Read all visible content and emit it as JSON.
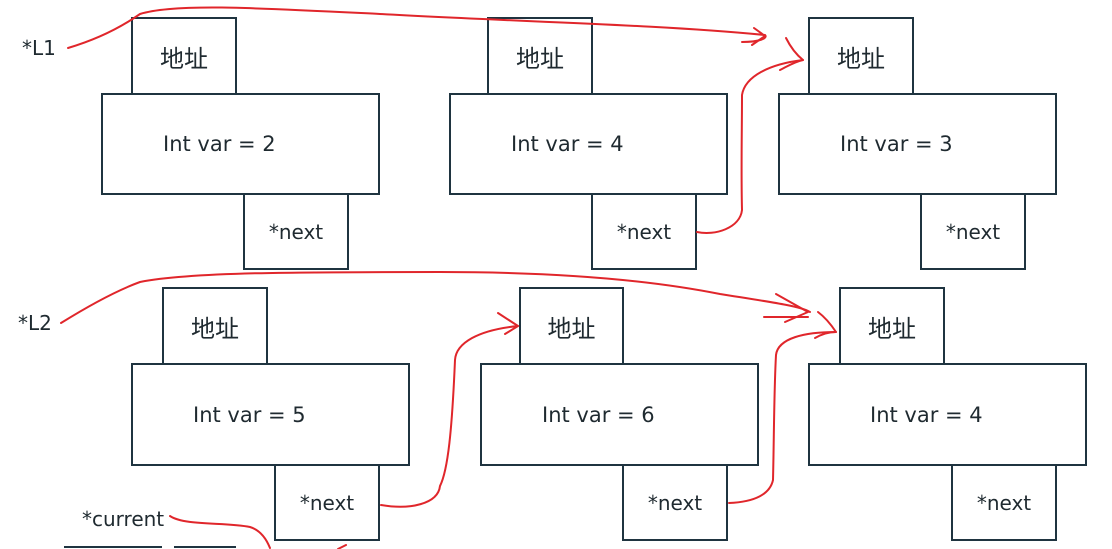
{
  "labels": {
    "l1": "*L1",
    "l2": "*L2",
    "current": "*current"
  },
  "address_label": "地址",
  "next_label": "*next",
  "rows": [
    {
      "nodes": [
        {
          "value_text": "Int var = 2"
        },
        {
          "value_text": "Int var = 4"
        },
        {
          "value_text": "Int var = 3"
        }
      ]
    },
    {
      "nodes": [
        {
          "value_text": "Int var = 5"
        },
        {
          "value_text": "Int var = 6"
        },
        {
          "value_text": "Int var = 4"
        }
      ]
    }
  ],
  "colors": {
    "box_border": "#1f3440",
    "arrow": "#e0262b",
    "text": "#1f2a30"
  }
}
